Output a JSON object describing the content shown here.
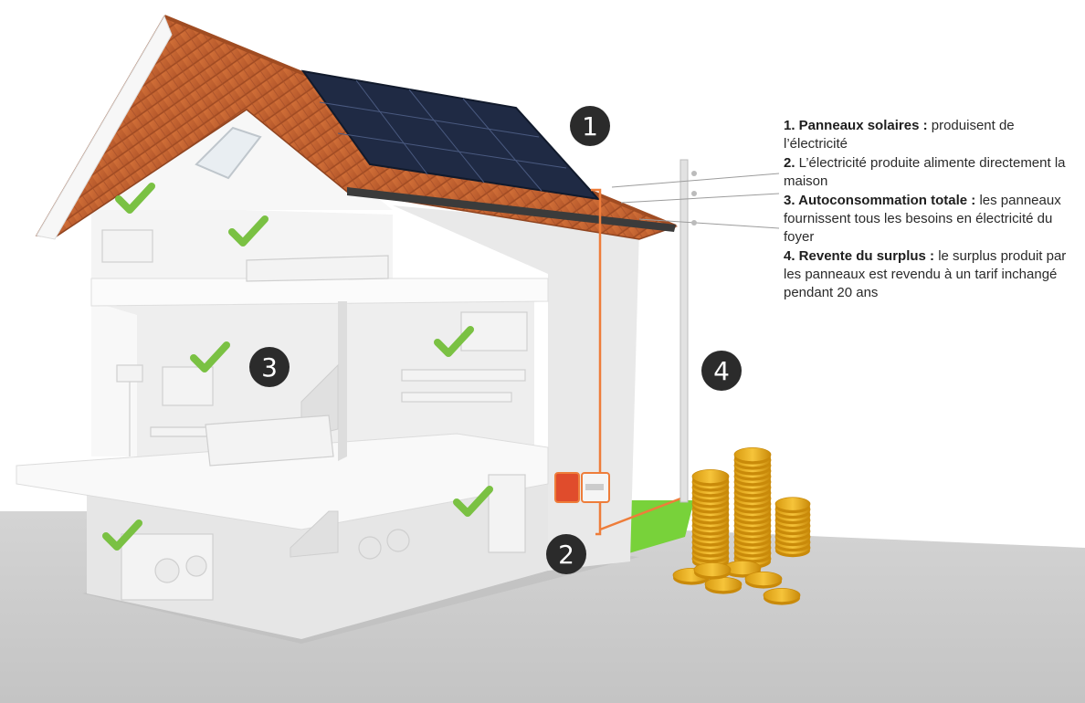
{
  "colors": {
    "roof": "#c1622e",
    "roof_dark": "#8f4420",
    "solar_panel": "#1f2a44",
    "wall": "#f2f2f2",
    "wall_shadow": "#dcdcdc",
    "ground": "#cfcfcf",
    "check": "#7ac143",
    "wire": "#ee7d3a",
    "grass": "#78d23a",
    "coin": "#f0b41c",
    "coin_dark": "#c98a0a",
    "badge": "#2b2b2b"
  },
  "icons": {
    "check": "check-icon",
    "coin": "coin-icon",
    "electric_pole": "electric-pole-icon",
    "solar_panel": "solar-panel-icon",
    "meter": "electric-meter-icon"
  },
  "badges": [
    {
      "id": "panels",
      "label": "1"
    },
    {
      "id": "meter",
      "label": "2"
    },
    {
      "id": "self-consumption",
      "label": "3"
    },
    {
      "id": "resale",
      "label": "4"
    }
  ],
  "legend": {
    "items": [
      {
        "title": "1. Panneaux solaires :",
        "text": " produisent de l’électricité"
      },
      {
        "title": "2.",
        "text": " L’électricité produite alimente directement la maison"
      },
      {
        "title": "3. Autoconsommation totale :",
        "text": " les panneaux fournissent tous les besoins en électricité du foyer"
      },
      {
        "title": "4. Revente du surplus :",
        "text": " le surplus produit par les panneaux est revendu à un tarif inchangé pendant 20 ans"
      }
    ]
  }
}
